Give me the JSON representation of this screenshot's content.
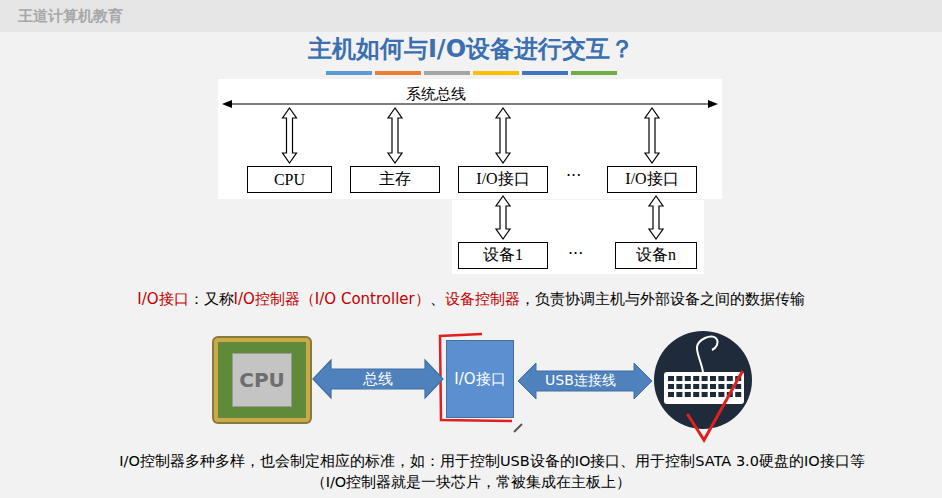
{
  "diagram": {
    "title": "主机如何与I/O设备进行交互？",
    "nodes": [
      {
        "text": [
          "CPU"
        ]
      },
      {
        "text": [
          "主存"
        ]
      },
      {
        "text": [
          "I/O接口"
        ]
      },
      {
        "text": [
          "I/O接口"
        ]
      },
      {
        "text": [
          "设备1"
        ]
      },
      {
        "text": [
          "设备n"
        ]
      },
      {
        "text": [
          "CPU"
        ]
      },
      {
        "text": [
          "I/O接口"
        ]
      }
    ],
    "edges": [
      {
        "from": 2,
        "to": 4,
        "arrow": "both"
      },
      {
        "from": 3,
        "to": 5,
        "arrow": "both"
      },
      {
        "from": 6,
        "to": 7,
        "label": "总线",
        "arrow": "both"
      }
    ],
    "labels": [
      "王道计算机教育",
      "系统总线",
      "···",
      "···",
      "I/O接口",
      "：又称",
      "I/O控制器（I/O Controller）",
      "、",
      "设备控制器",
      "，负责协调主机与外部设备之间的数据传输",
      "USB连接线",
      "I/O控制器多种多样，也会制定相应的标准，如：用于控制USB设备的IO接口、用于控制SATA 3.0硬盘的IO接口等",
      "（I/O控制器就是一块芯片，常被集成在主板上）"
    ]
  }
}
